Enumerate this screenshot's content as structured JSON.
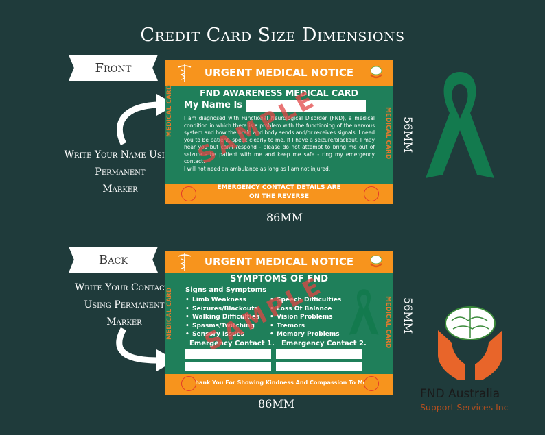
{
  "page": {
    "title": "Credit Card Size Dimensions"
  },
  "front": {
    "banner": "Front",
    "instruction_lines": [
      "Write Your Name Using",
      "Permanent",
      "Marker"
    ],
    "width_label": "86MM",
    "height_label": "56MM",
    "card": {
      "header": "URGENT  MEDICAL NOTICE",
      "side_label": "MEDICAL CARD",
      "title": "FND AWARENESS MEDICAL CARD",
      "name_label": "My Name Is",
      "body": "I am diagnosed with Functional Neurological Disorder (FND), a medical condition in which there is a problem with the functioning of the nervous system and how the brain and body sends and/or receives signals. I need you to be patient, speak clearly to me.  If I have a seizure/blackout, I may hear you but can't respond - please do not attempt to bring me out of seizure - be patient with me and keep me safe - ring my emergency contact.",
      "body_last": "I will not need an ambulance as long as I am not injured.",
      "footer_line1": "EMERGENCY CONTACT DETAILS ARE",
      "footer_line2": "ON THE REVERSE",
      "watermark": "SAMPLE"
    }
  },
  "back": {
    "banner": "Back",
    "instruction_lines": [
      "Write Your Contacts",
      "Using Permanent",
      "Marker"
    ],
    "width_label": "86MM",
    "height_label": "56MM",
    "card": {
      "header": "URGENT  MEDICAL NOTICE",
      "side_label": "MEDICAL CARD",
      "title": "SYMPTOMS OF FND",
      "subtitle": "Signs and Symptoms",
      "symptoms_left": [
        "Limb Weakness",
        "Seizures/Blackouts",
        "Walking Difficulties",
        "Spasms/Twitching",
        "Sensory Issues"
      ],
      "symptoms_right": [
        "Speech Difficulties",
        "Loss Of Balance",
        "Vision Problems",
        "Tremors",
        "Memory Problems"
      ],
      "contact1": "Emergency Contact 1.",
      "contact2": "Emergency Contact 2.",
      "footer": "Thank You For Showing Kindness And Compassion To Me",
      "watermark": "SAMPLE"
    }
  },
  "logo": {
    "name": "FND Australia",
    "subtitle": "Support Services Inc"
  },
  "colors": {
    "background": "#1f3b3b",
    "card_green": "#1f7f5a",
    "orange": "#f7941d",
    "ribbon_green": "#137a4e",
    "watermark_red": "#e24646"
  }
}
